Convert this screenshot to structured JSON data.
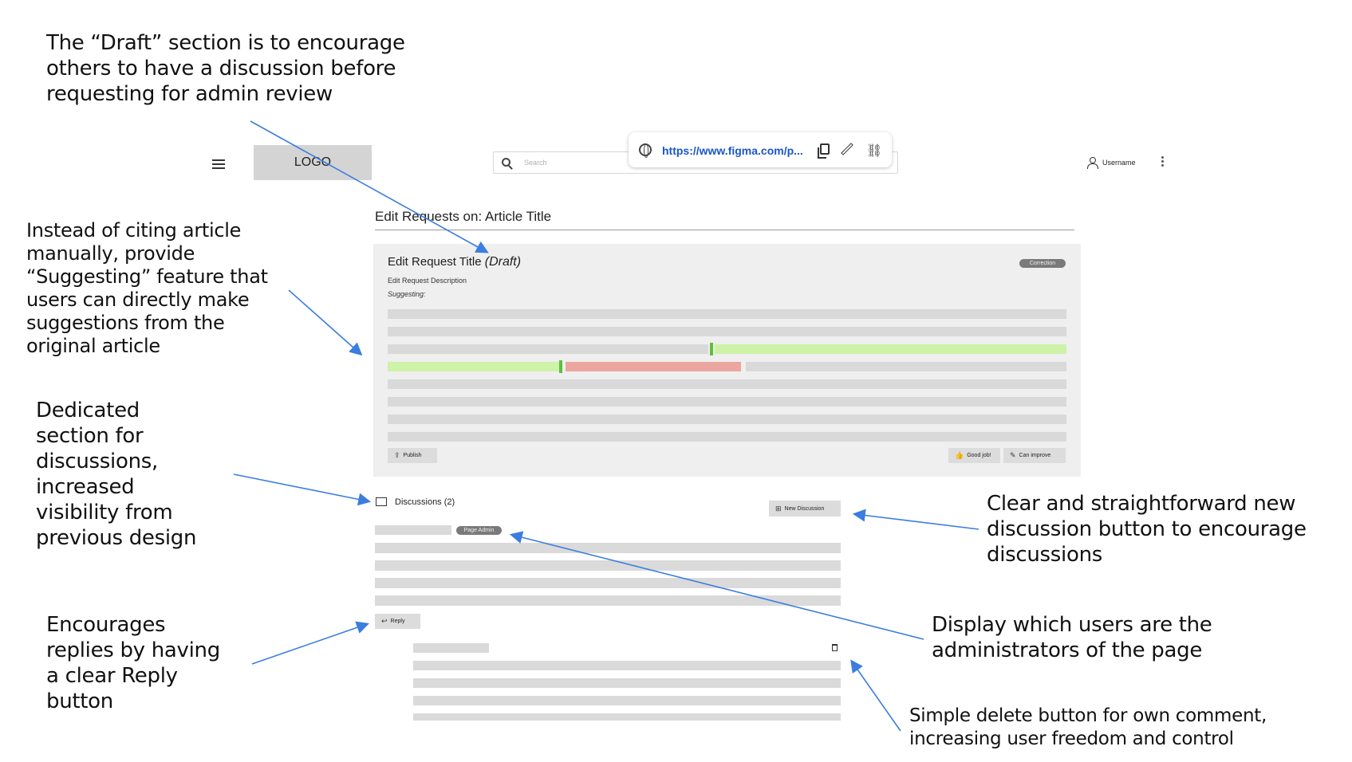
{
  "annotations": {
    "draft": "The “Draft” section is to encourage\nothers to have a discussion before\nrequesting for admin review",
    "suggesting": "Instead of citing article\nmanually, provide\n“Suggesting” feature that\nusers can directly make\nsuggestions from the\noriginal article",
    "discussions": "Dedicated\nsection for\ndiscussions,\nincreased\nvisibility from\nprevious design",
    "reply": "Encourages\nreplies by having\na clear Reply\nbutton",
    "new_discussion": "Clear and straightforward new\ndiscussion button to encourage\ndiscussions",
    "admin": "Display which users are the\nadministrators of the page",
    "delete": "Simple delete button for own comment,\nincreasing user freedom and control"
  },
  "header": {
    "logo": "LOGO",
    "search_placeholder": "Search",
    "url": "https://www.figma.com/p...",
    "username": "Username"
  },
  "page": {
    "title": "Edit Requests on: Article Title"
  },
  "request": {
    "title": "Edit Request Title",
    "status": "(Draft)",
    "tag": "Correction",
    "description": "Edit Request Description",
    "suggesting_label": "Suggesting:",
    "publish": "Publish",
    "good_job": "Good job!",
    "can_improve": "Can improve"
  },
  "discussions": {
    "label": "Discussions (2)",
    "new_button": "New Discussion",
    "admin_badge": "Page Admin",
    "reply": "Reply"
  },
  "colors": {
    "addition": "#cdf2a8",
    "deletion": "#eca6a0",
    "arrow": "#3b7de0"
  }
}
